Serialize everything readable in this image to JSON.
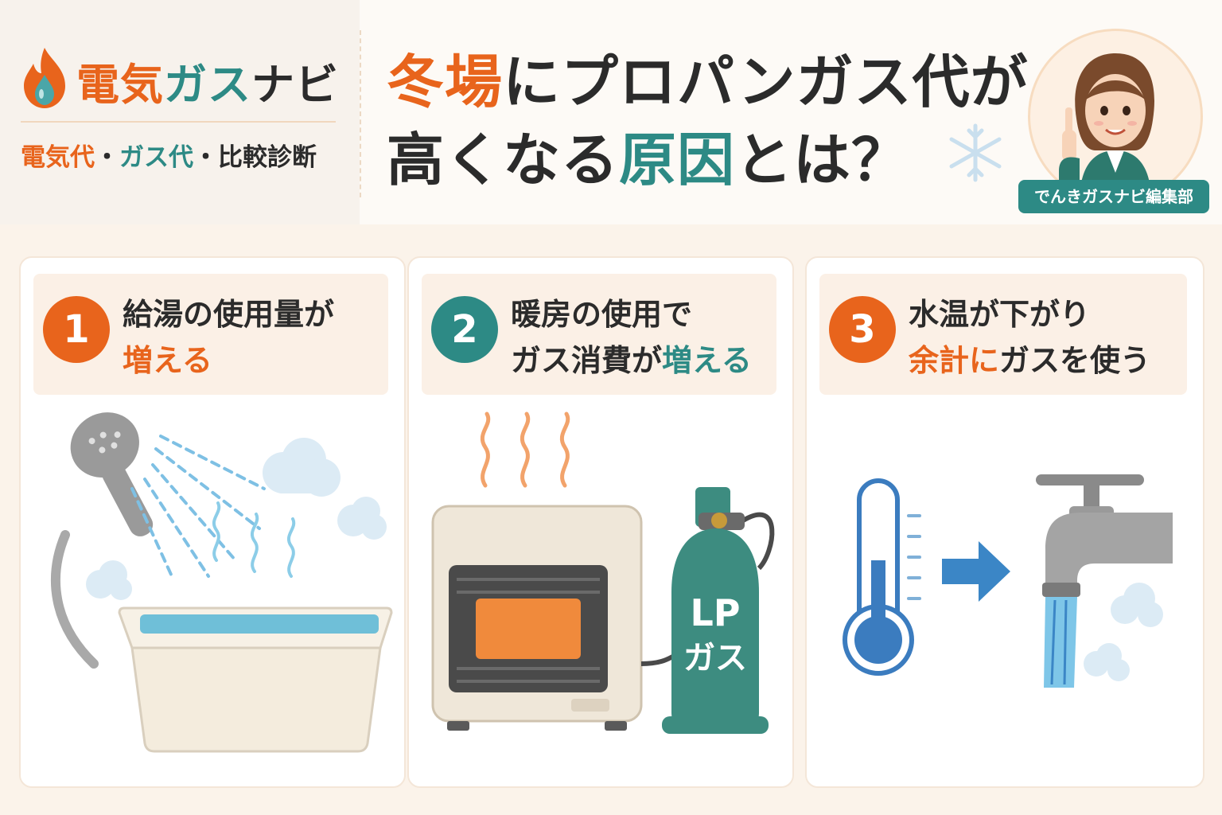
{
  "brand": {
    "name_part1": "電気",
    "name_part2": "ガス",
    "name_part3": "ナビ",
    "tagline_part1": "電気代",
    "tagline_sep1": "・",
    "tagline_part2": "ガス代",
    "tagline_sep2": "・",
    "tagline_part3": "比較診断"
  },
  "title": {
    "line1_highlight": "冬場",
    "line1_rest": "にプロパンガス代が",
    "line2_start": "高くなる",
    "line2_highlight": "原因",
    "line2_end": "とは？"
  },
  "editor": {
    "label": "でんきガスナビ編集部"
  },
  "reasons": [
    {
      "number": "1",
      "line1": "給湯の使用量が",
      "line2_highlight": "増える",
      "line2_rest": ""
    },
    {
      "number": "2",
      "line1": "暖房の使用で",
      "line2_prefix": "ガス消費が",
      "line2_highlight": "増える"
    },
    {
      "number": "3",
      "line1": "水温が下がり",
      "line2_highlight": "余計に",
      "line2_rest": "ガスを使う"
    }
  ],
  "tank_label": {
    "line1": "LP",
    "line2": "ガス"
  },
  "colors": {
    "accent_orange": "#e8641c",
    "accent_teal": "#2d8a85",
    "text_dark": "#2b2b2b",
    "background": "#fbf3ea"
  }
}
